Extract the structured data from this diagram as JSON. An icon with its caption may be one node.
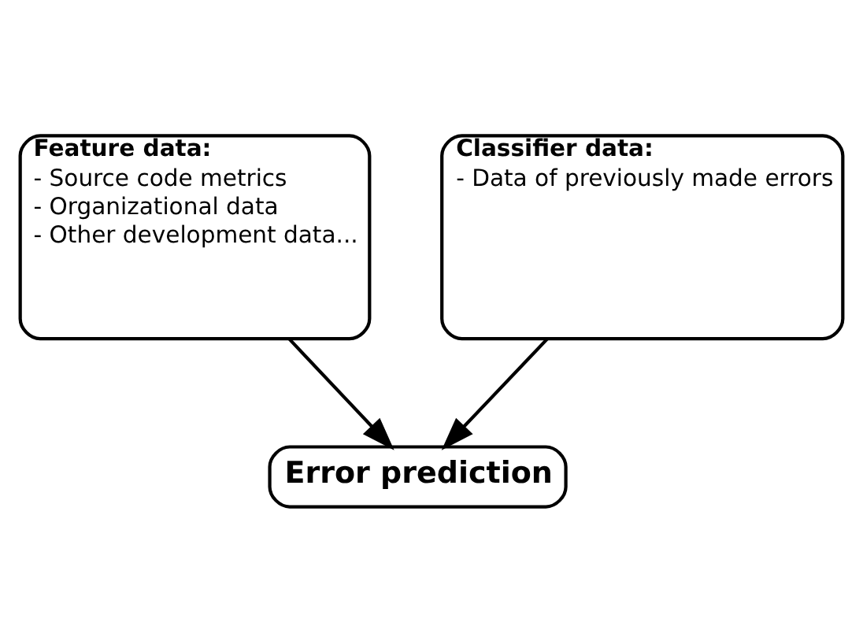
{
  "diagram": {
    "nodes": [
      {
        "text": [
          "Feature data:",
          "- Source code metrics",
          "- Organizational data",
          "- Other development data..."
        ]
      },
      {
        "text": [
          "Classifier data:",
          "- Data of previously made errors"
        ]
      },
      {
        "text": [
          "Error prediction"
        ]
      }
    ],
    "edges": [
      {
        "from": 0,
        "to": 2,
        "arrow": "to"
      },
      {
        "from": 1,
        "to": 2,
        "arrow": "to"
      }
    ]
  }
}
